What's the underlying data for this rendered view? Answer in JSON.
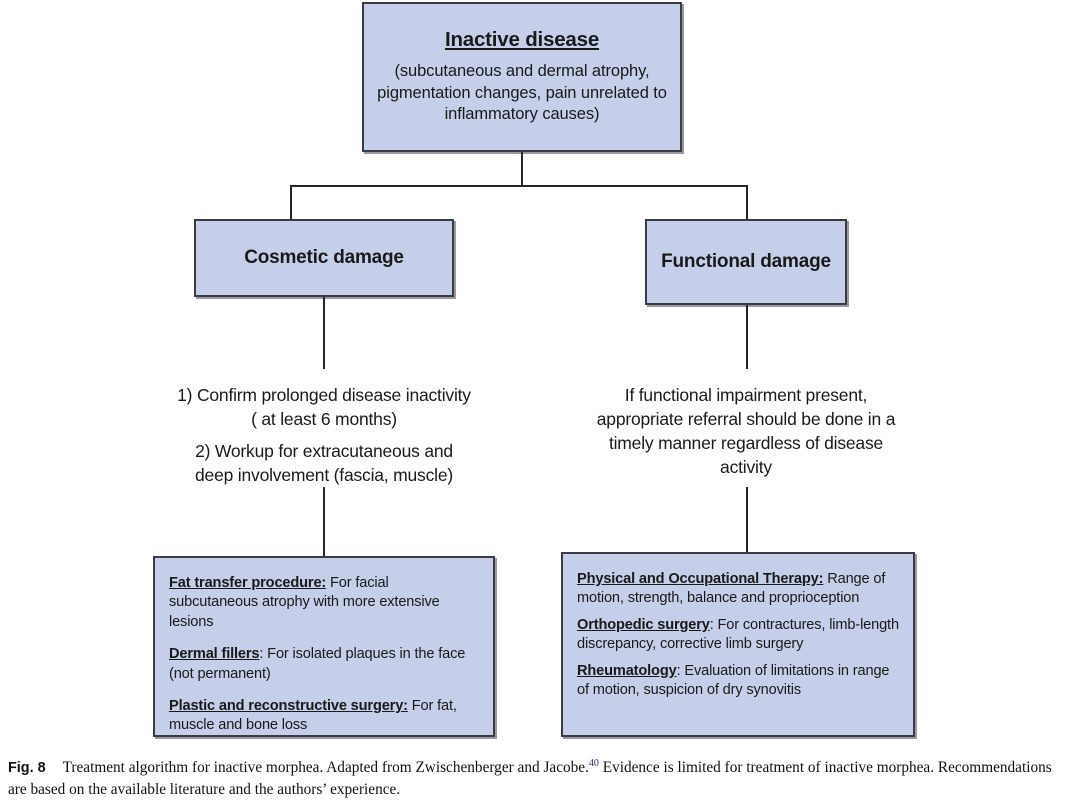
{
  "figure": {
    "root": {
      "title": "Inactive disease",
      "subtitle": "(subcutaneous and dermal atrophy, pigmentation changes, pain unrelated to inflammatory causes)"
    },
    "branches": [
      {
        "heading": "Cosmetic damage",
        "steps": [
          "1) Confirm prolonged disease inactivity ( at least 6 months)",
          "2) Workup for extracutaneous and deep involvement (fascia, muscle)"
        ],
        "details": [
          {
            "term": "Fat transfer procedure:",
            "text": " For facial subcutaneous atrophy with more extensive lesions"
          },
          {
            "term": "Dermal fillers",
            "text": ": For isolated plaques in the face (not permanent)"
          },
          {
            "term": "Plastic and reconstructive surgery:",
            "text": " For fat, muscle and bone loss"
          }
        ]
      },
      {
        "heading": "Functional damage",
        "steps": [
          "If functional impairment present, appropriate referral should be done in a timely manner regardless of disease activity"
        ],
        "details": [
          {
            "term": "Physical and Occupational Therapy:",
            "text": "  Range of motion, strength, balance and proprioception"
          },
          {
            "term": "Orthopedic surgery",
            "text": ": For contractures, limb-length discrepancy, corrective limb surgery"
          },
          {
            "term": "Rheumatology",
            "text": ": Evaluation of limitations in range of motion, suspicion of dry synovitis"
          }
        ]
      }
    ],
    "colors": {
      "box_fill": "#c5cfea",
      "box_border": "#3b3b46",
      "line": "#262626",
      "citation": "#2b2b6b"
    }
  },
  "caption": {
    "label": "Fig. 8",
    "text_before_citation": "Treatment algorithm for inactive morphea. Adapted from Zwischenberger and Jacobe.",
    "citation": "40",
    "text_after_citation": " Evidence is limited for treatment of inactive morphea. Recommendations are based on the available literature and the authors’ experience."
  }
}
